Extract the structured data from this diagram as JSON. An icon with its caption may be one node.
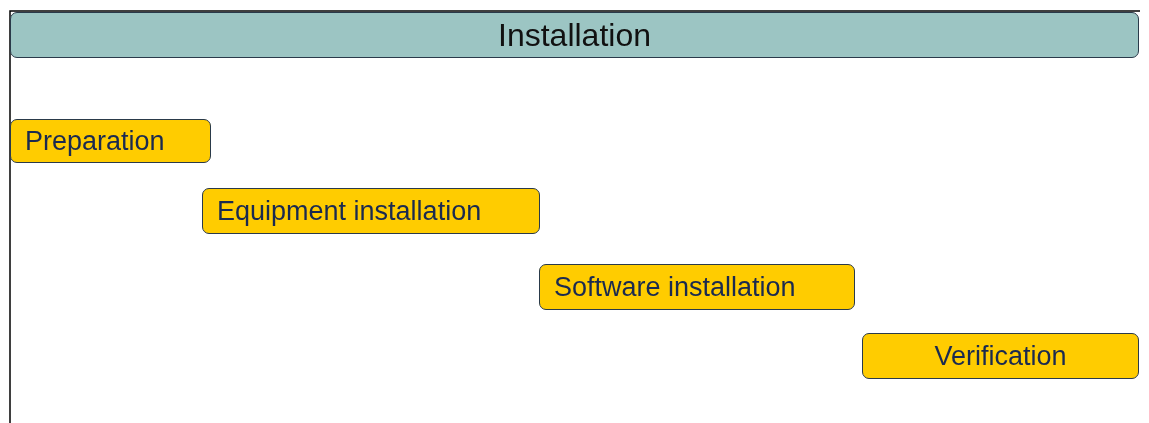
{
  "diagram": {
    "nodes": [
      {
        "text": [
          "Installation"
        ]
      },
      {
        "text": [
          "Preparation"
        ]
      },
      {
        "text": [
          "Equipment installation"
        ]
      },
      {
        "text": [
          "Software installation"
        ]
      },
      {
        "text": [
          "Verification"
        ]
      }
    ]
  }
}
